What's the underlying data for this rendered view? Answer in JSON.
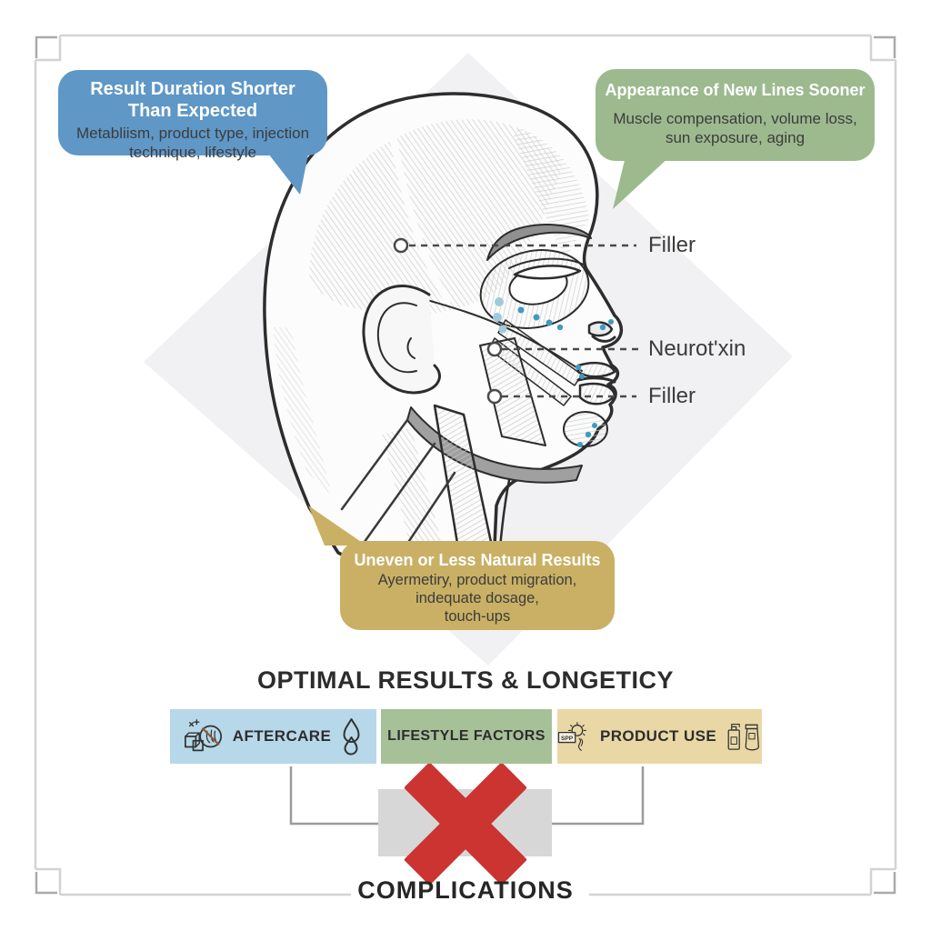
{
  "figure": {
    "heading": "OPTIMAL RESULTS & LONGETICY",
    "complications_label": "COMPLICATIONS"
  },
  "callouts": {
    "duration": {
      "title_lines": [
        "Result Duration Shorter",
        "Than Expected"
      ],
      "body_lines": [
        "Metabliism, product type, injection",
        "technique, lifestyle"
      ]
    },
    "new_lines": {
      "title_lines": [
        "Appearance of New Lines Sooner"
      ],
      "body_lines": [
        "Muscle compensation, volume loss,",
        "sun exposure, aging"
      ]
    },
    "uneven": {
      "title_lines": [
        "Uneven or Less Natural Results"
      ],
      "body_lines": [
        "Ayermetiry, product migration,",
        "indequate dosage,",
        "touch-ups"
      ]
    }
  },
  "injection_labels": {
    "top": "Filler",
    "middle": "Neurot'xin",
    "bottom": "Filler"
  },
  "categories": [
    {
      "id": "aftercare",
      "label": "AFTERCARE",
      "color": "#b6d8e9"
    },
    {
      "id": "lifestyle",
      "label": "LIFESTYLE FACTORS",
      "color": "#a6c197"
    },
    {
      "id": "product",
      "label": "PRODUCT USE",
      "color": "#e9d8a5"
    }
  ],
  "icons": {
    "spf_label": "SPP"
  },
  "colors": {
    "callout_blue": "#5f97c6",
    "callout_green": "#9cba8e",
    "callout_tan": "#c9b065",
    "category_blue": "#b6d8e9",
    "category_green": "#a6c197",
    "category_tan": "#e9d8a5",
    "red_x": "#cb3431",
    "blocked_box_gray": "#d7d7d7",
    "frame_gray": "#d3d3d3",
    "injection_dot_blue": "#3d9cc0",
    "diamond_background": "#f1f1f3"
  }
}
